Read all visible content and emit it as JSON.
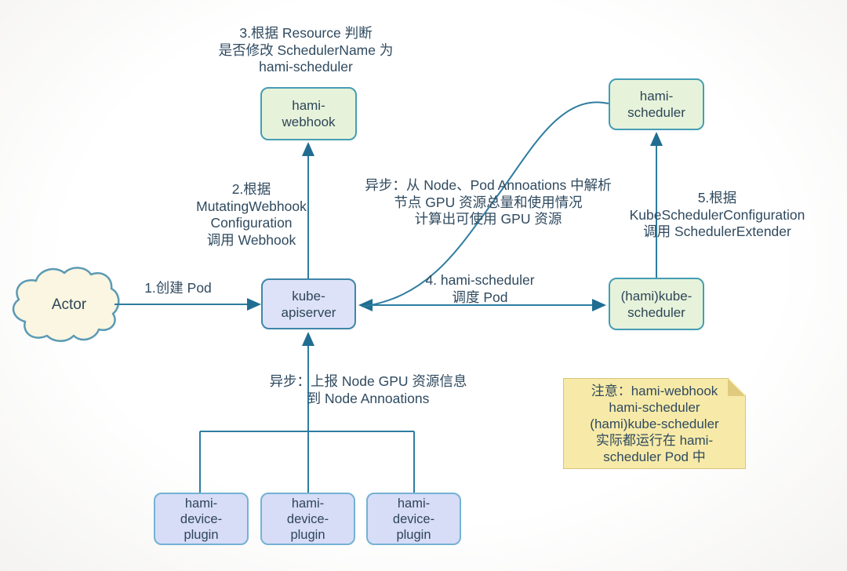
{
  "nodes": {
    "actor": {
      "label": "Actor"
    },
    "hami_webhook": {
      "label": "hami-\nwebhook"
    },
    "kube_apiserver": {
      "label": "kube-\napiserver"
    },
    "hami_scheduler": {
      "label": "hami-\nscheduler"
    },
    "hami_kube_scheduler": {
      "label": "(hami)kube-\nscheduler"
    },
    "device_plugins": [
      {
        "label": "hami-\ndevice-\nplugin"
      },
      {
        "label": "hami-\ndevice-\nplugin"
      },
      {
        "label": "hami-\ndevice-\nplugin"
      }
    ]
  },
  "annotations": {
    "step1": "1.创建 Pod",
    "step2": "2.根据\nMutatingWebhook\nConfiguration\n调用 Webhook",
    "step3": "3.根据 Resource 判断\n是否修改 SchedulerName 为\nhami-scheduler",
    "step4": "4. hami-scheduler\n调度 Pod",
    "step5": "5.根据\nKubeSchedulerConfiguration\n调用 SchedulerExtender",
    "async_parse": "异步：从 Node、Pod Annoations 中解析\n节点 GPU 资源总量和使用情况\n计算出可使用 GPU 资源",
    "async_report": "异步：上报 Node GPU 资源信息\n到 Node Annoations",
    "note": "注意：hami-webhook\nhami-scheduler\n(hami)kube-scheduler\n实际都运行在 hami-\nscheduler Pod 中"
  },
  "colors": {
    "connector_teal": "#2e7ca0",
    "arrowhead_teal": "#216d92",
    "green_node_fill": "#e6f3da",
    "green_node_border": "#459db4",
    "purple_node_fill": "#dde2f8",
    "purple_light_node_fill": "#d7dcf7",
    "cloud_fill": "#faf6e1",
    "cloud_border": "#5b9ab4",
    "note_fill": "#f7eaa8",
    "note_fold": "#dfca7d",
    "text": "#2f4a5f"
  }
}
